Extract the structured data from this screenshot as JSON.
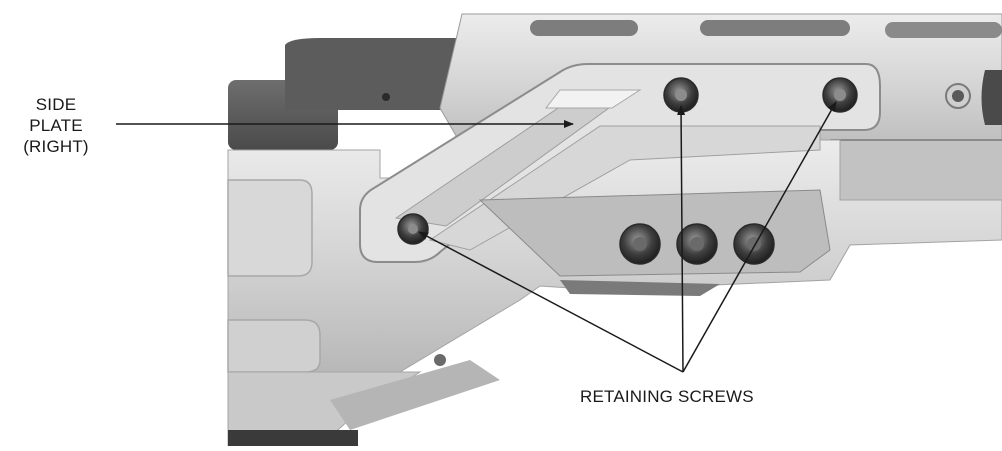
{
  "callouts": {
    "side_plate": {
      "line1": "SIDE",
      "line2": "PLATE",
      "line3": "(RIGHT)"
    },
    "retaining_screws": "RETAINING SCREWS"
  },
  "colors": {
    "background": "#ffffff",
    "metal_light": "#d9d9d9",
    "metal_mid": "#bdbdbd",
    "metal_dark": "#7a7a7a",
    "barrel": "#5a5a5a",
    "leader_line": "#1a1a1a"
  },
  "icons": [
    "hex-socket-screw",
    "callout-arrow"
  ]
}
